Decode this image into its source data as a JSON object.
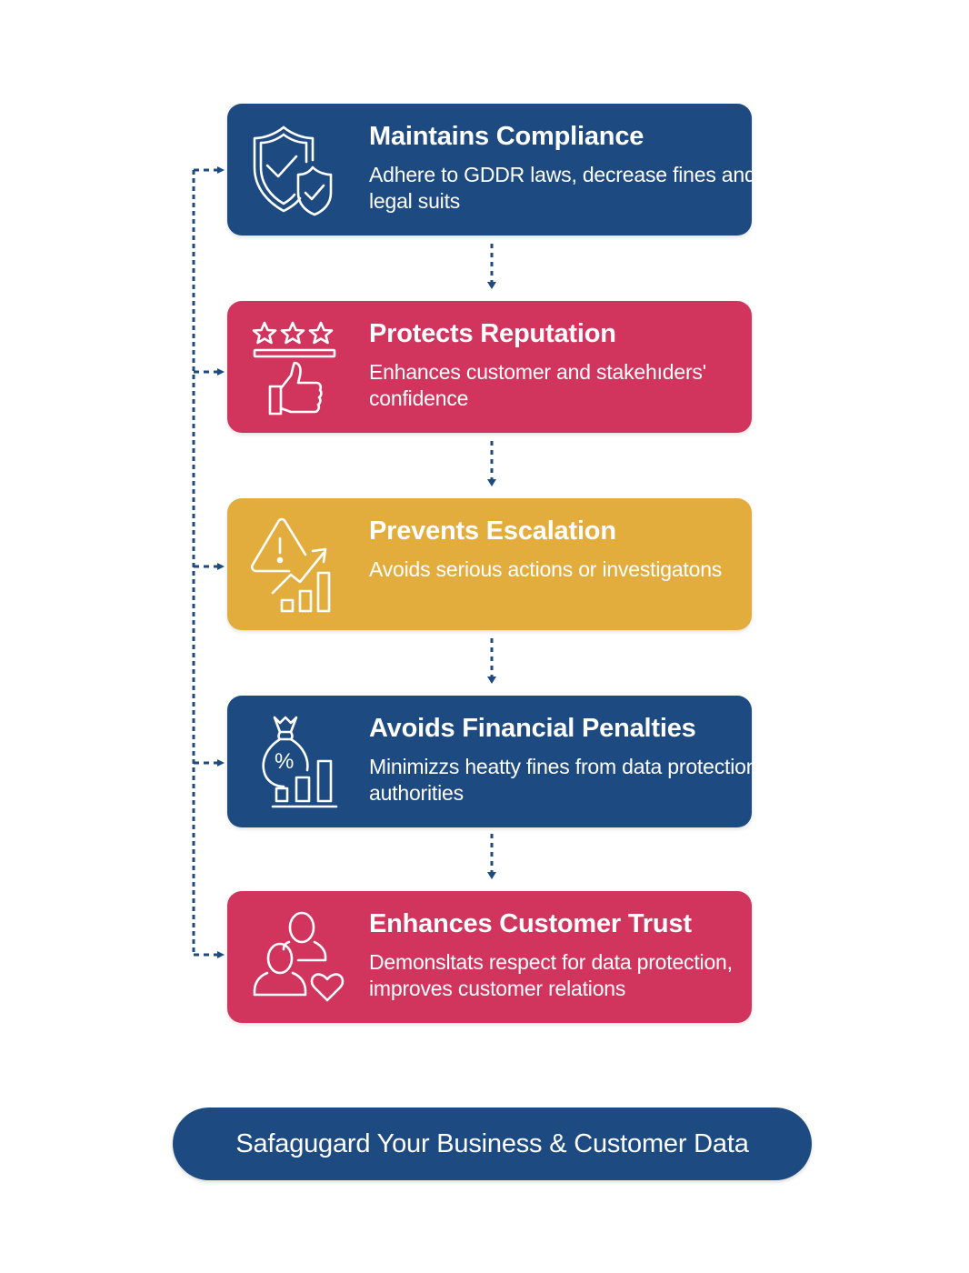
{
  "colors": {
    "navy": "#1d4a80",
    "crimson": "#d1355e",
    "amber": "#e3ad3e",
    "connector": "#1d4a80",
    "icon_stroke": "#ffffff"
  },
  "cards": [
    {
      "title": "Maintains Compliance",
      "description": "Adhere to GDDR laws, decrease fines and legal suits",
      "color": "#1d4a80",
      "icon": "shield-check-icon"
    },
    {
      "title": "Protects Reputation",
      "description": "Enhances customer and stakehıders' confidence",
      "color": "#d1355e",
      "icon": "star-rating-thumbs-up-icon"
    },
    {
      "title": "Prevents Escalation",
      "description": "Avoids serious actions or investigatons",
      "color": "#e3ad3e",
      "icon": "warning-trend-chart-icon"
    },
    {
      "title": "Avoids Financial Penalties",
      "description": "Minimizzs heatty fines from data protection authorities",
      "color": "#1d4a80",
      "icon": "money-bag-chart-icon"
    },
    {
      "title": "Enhances Customer Trust",
      "description": "Demonsltats respect for data protection, improves customer relations",
      "color": "#d1355e",
      "icon": "users-heart-icon"
    }
  ],
  "footer": {
    "label": "Safagugard Your Business & Customer Data",
    "color": "#1d4a80"
  }
}
